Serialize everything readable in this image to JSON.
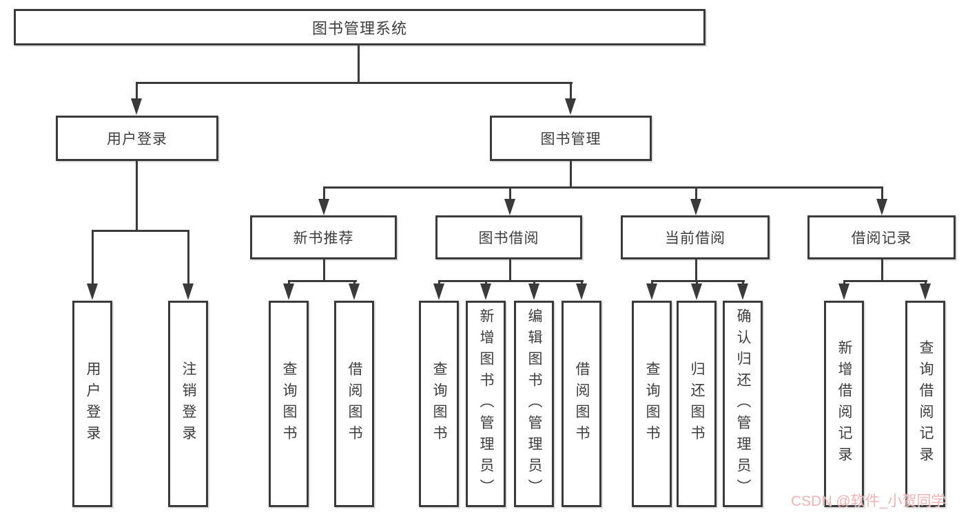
{
  "diagram": {
    "type": "hierarchy-tree",
    "background": "#ffffff",
    "colors": {
      "line": "#3a3a3a",
      "text": "#3d3d3d",
      "node_fill": "#ffffff",
      "watermark": "#ec9999"
    },
    "tree": {
      "root": {
        "label": "图书管理系统"
      },
      "level2": [
        {
          "label": "用户登录"
        },
        {
          "label": "图书管理"
        }
      ],
      "level3": [
        {
          "label": "新书推荐"
        },
        {
          "label": "图书借阅"
        },
        {
          "label": "当前借阅"
        },
        {
          "label": "借阅记录"
        }
      ],
      "leaves": {
        "user_login": [
          "用户登录",
          "注销登录"
        ],
        "new_book_recommend": [
          "查询图书",
          "借阅图书"
        ],
        "book_borrow": [
          "查询图书",
          "新增图书（管理员）",
          "编辑图书（管理员）",
          "借阅图书"
        ],
        "current_borrow": [
          "查询图书",
          "归还图书",
          "确认归还（管理员）"
        ],
        "borrow_record": [
          "新增借阅记录",
          "查询借阅记录"
        ]
      }
    },
    "watermark": {
      "text": "CSDN @软件_小贺同学"
    }
  }
}
